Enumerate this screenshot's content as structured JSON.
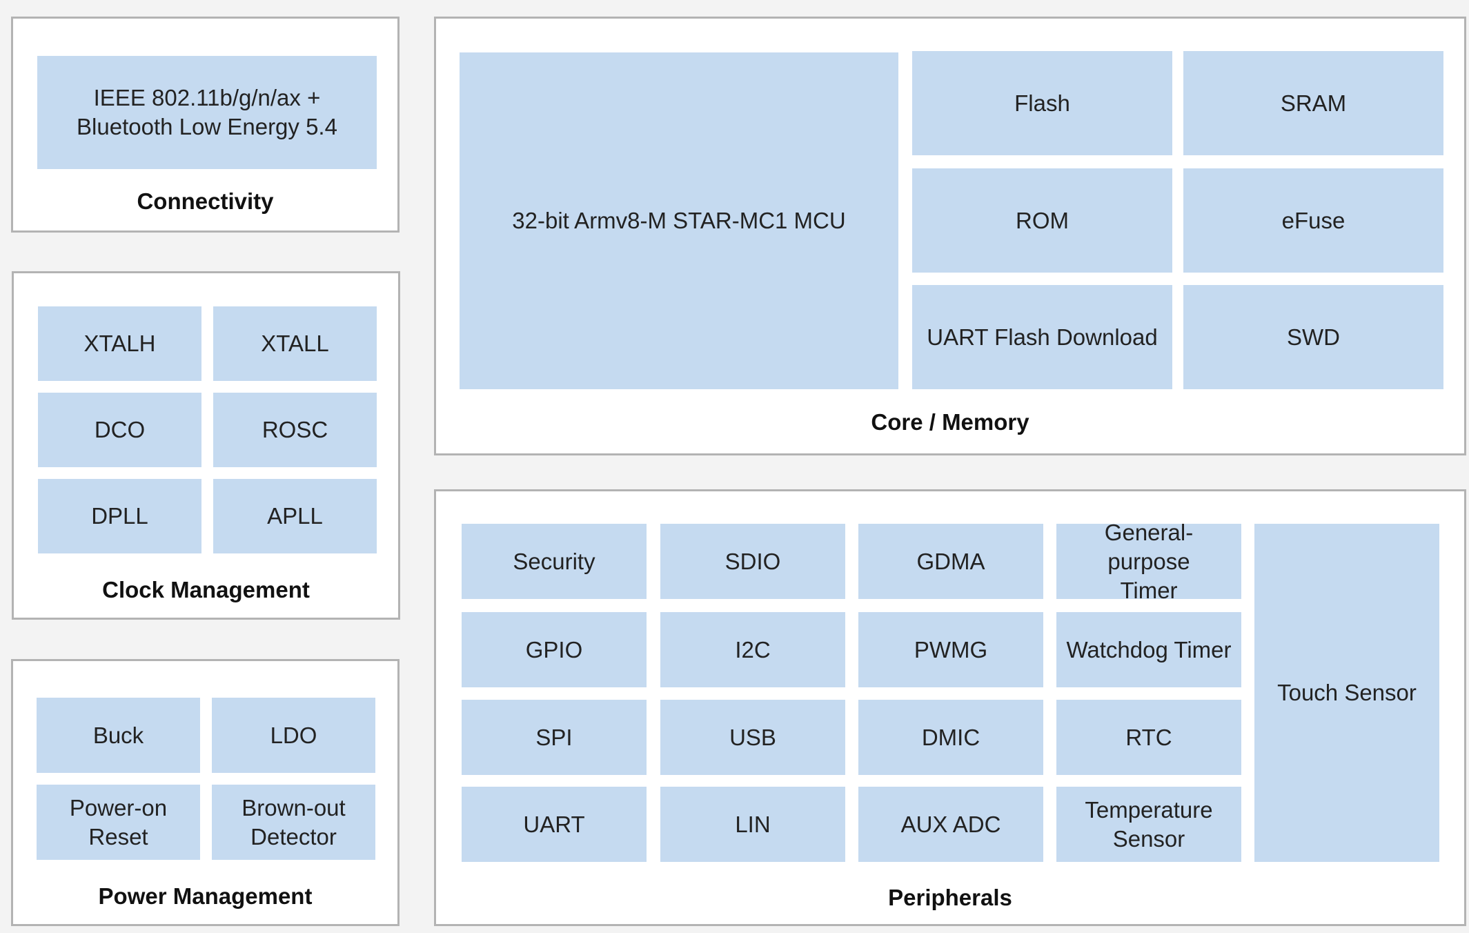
{
  "colors": {
    "background": "#f3f3f3",
    "panel_fill": "#ffffff",
    "panel_border": "#b3b3b3",
    "block_fill": "#c5daf0"
  },
  "connectivity": {
    "title": "Connectivity",
    "blocks": [
      "IEEE 802.11b/g/n/ax + Bluetooth Low Energy 5.4"
    ]
  },
  "clock": {
    "title": "Clock Management",
    "blocks": [
      "XTALH",
      "XTALL",
      "DCO",
      "ROSC",
      "DPLL",
      "APLL"
    ]
  },
  "power": {
    "title": "Power Management",
    "blocks": [
      "Buck",
      "LDO",
      "Power-on Reset",
      "Brown-out Detector"
    ]
  },
  "core": {
    "title": "Core / Memory",
    "blocks": [
      "32-bit Armv8-M STAR-MC1 MCU",
      "Flash",
      "SRAM",
      "ROM",
      "eFuse",
      "UART Flash Download",
      "SWD"
    ]
  },
  "peripherals": {
    "title": "Peripherals",
    "blocks": [
      "Security",
      "SDIO",
      "GDMA",
      "General-purpose Timer",
      "GPIO",
      "I2C",
      "PWMG",
      "Watchdog Timer",
      "SPI",
      "USB",
      "DMIC",
      "RTC",
      "UART",
      "LIN",
      "AUX ADC",
      "Temperature Sensor",
      "Touch Sensor"
    ]
  }
}
